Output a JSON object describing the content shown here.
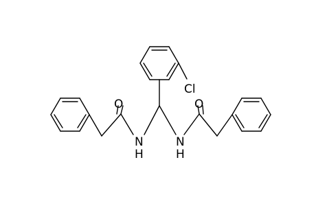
{
  "molecule": {
    "atom_labels": {
      "cl": "Cl",
      "o_left": "O",
      "o_right": "O",
      "n_left": "N",
      "h_left": "H",
      "n_right": "N",
      "h_right": "H"
    },
    "colors": {
      "bond": "#000000",
      "label": "#000000",
      "background": "#ffffff"
    }
  }
}
